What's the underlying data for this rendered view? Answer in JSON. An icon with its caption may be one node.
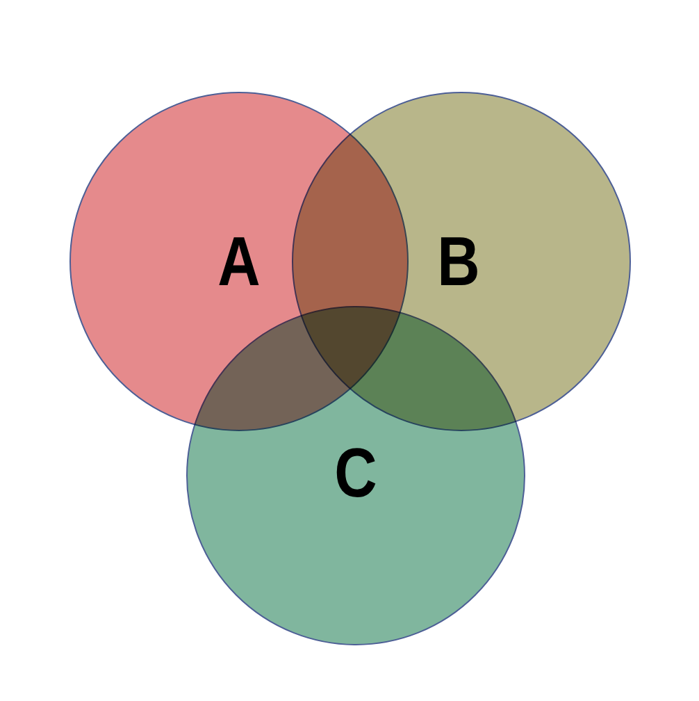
{
  "diagram": {
    "nodes": [
      {
        "text": [
          "A"
        ]
      },
      {
        "text": [
          "B"
        ]
      },
      {
        "text": [
          "C"
        ]
      }
    ],
    "edges": []
  }
}
